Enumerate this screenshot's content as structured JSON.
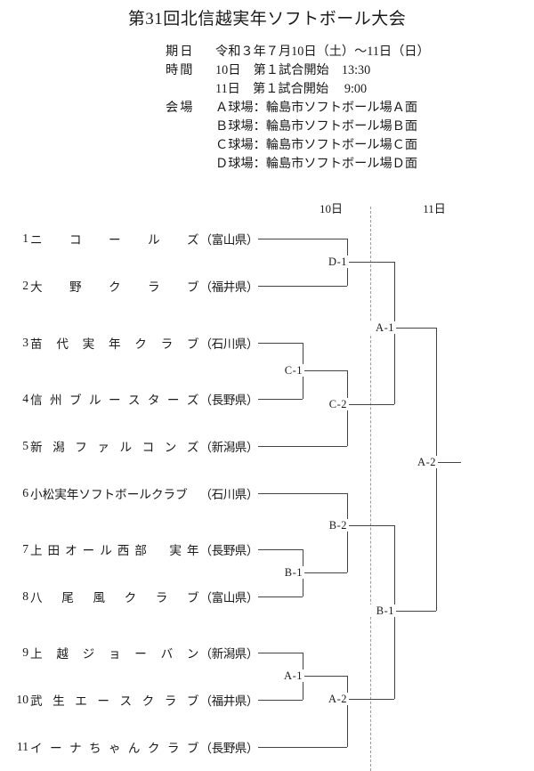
{
  "title": "第31回北信越実年ソフトボール大会",
  "info": [
    {
      "label": "期日",
      "value": "令和３年７月10日（土）〜11日（日）"
    },
    {
      "label": "時間",
      "value": "10日　第１試合開始　13:30"
    },
    {
      "label": "",
      "value": "11日　第１試合開始　 9:00"
    },
    {
      "label": "会場",
      "value": "Ａ球場：輪島市ソフトボール場Ａ面"
    },
    {
      "label": "",
      "value": "Ｂ球場：輪島市ソフトボール場Ｂ面"
    },
    {
      "label": "",
      "value": "Ｃ球場：輪島市ソフトボール場Ｃ面"
    },
    {
      "label": "",
      "value": "Ｄ球場：輪島市ソフトボール場Ｄ面"
    }
  ],
  "day_headers": {
    "day10": "10日",
    "day11": "11日"
  },
  "teams": [
    {
      "no": "1",
      "name": "ニコールズ",
      "pref": "（富山県）"
    },
    {
      "no": "2",
      "name": "大野クラブ",
      "pref": "（福井県）"
    },
    {
      "no": "3",
      "name": "苗代実年クラブ",
      "pref": "（石川県）"
    },
    {
      "no": "4",
      "name": "信州ブルースターズ",
      "pref": "（長野県）"
    },
    {
      "no": "5",
      "name": "新潟ファルコンズ",
      "pref": "（新潟県）"
    },
    {
      "no": "6",
      "name": "小松実年ソフトボールクラブ",
      "pref": "（石川県）"
    },
    {
      "no": "7",
      "name": "上田オール西部　実年",
      "pref": "（長野県）"
    },
    {
      "no": "8",
      "name": "八尾風クラブ",
      "pref": "（富山県）"
    },
    {
      "no": "9",
      "name": "上越ジョーバン",
      "pref": "（新潟県）"
    },
    {
      "no": "10",
      "name": "武生エースクラブ",
      "pref": "（福井県）"
    },
    {
      "no": "11",
      "name": "イーナちゃんクラブ",
      "pref": "（長野県）"
    }
  ],
  "matches": {
    "d1": "D-1",
    "c1": "C-1",
    "c2": "C-2",
    "b2": "B-2",
    "b1_day10": "B-1",
    "a1_day10": "A-1",
    "a2_day10": "A-2",
    "a1_day11": "A-1",
    "b1_day11": "B-1",
    "a2_final": "A-2"
  }
}
